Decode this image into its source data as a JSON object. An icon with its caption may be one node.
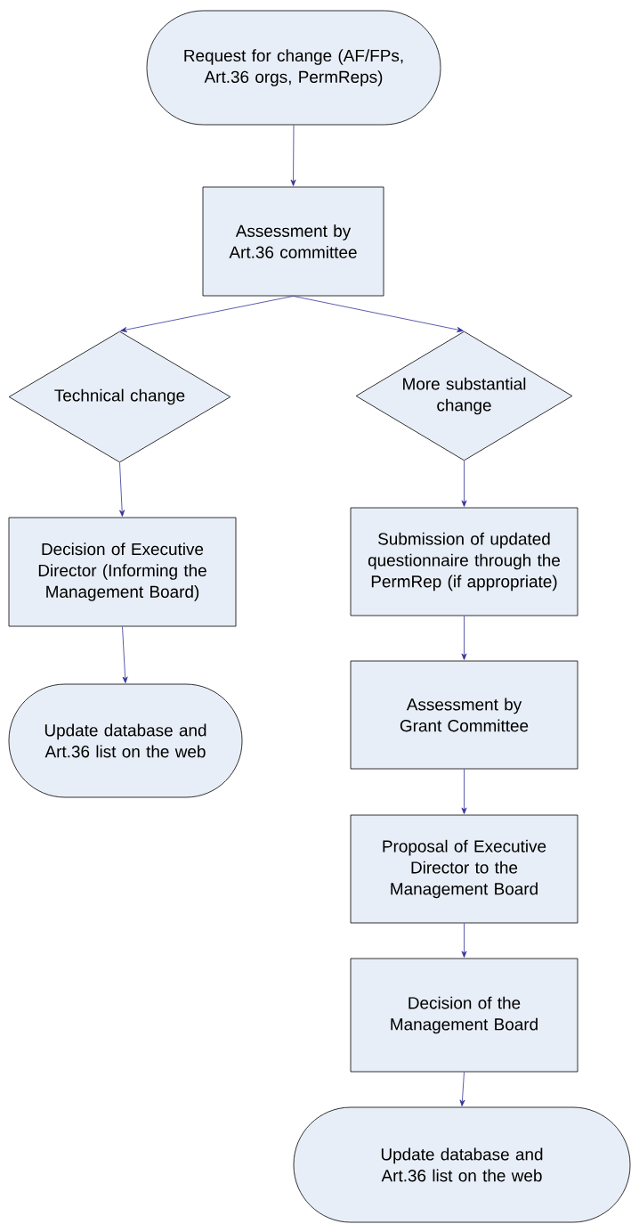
{
  "diagram": {
    "nodes": [
      {
        "text": [
          "Request for change (AF/FPs, Art.36 orgs, PermReps)"
        ]
      },
      {
        "text": [
          "Assessment by Art.36 committee"
        ]
      },
      {
        "text": [
          "Technical change"
        ]
      },
      {
        "text": [
          "More substantial change"
        ]
      },
      {
        "text": [
          "Decision of Executive Director (Informing the Management Board)"
        ]
      },
      {
        "text": [
          "Update database and Art.36 list on the web"
        ]
      },
      {
        "text": [
          "Submission of updated questionnaire through the PermRep (if appropriate)"
        ]
      },
      {
        "text": [
          "Assessment by Grant Committee"
        ]
      },
      {
        "text": [
          "Proposal of Executive Director to the Management Board"
        ]
      },
      {
        "text": [
          "Decision of  the Management Board"
        ]
      },
      {
        "text": [
          "Update database and Art.36 list on the web"
        ]
      }
    ],
    "edges": [
      {
        "from": 0,
        "to": 1,
        "arrow": "to"
      },
      {
        "from": 1,
        "to": 2,
        "arrow": "to"
      },
      {
        "from": 1,
        "to": 3,
        "arrow": "to"
      },
      {
        "from": 2,
        "to": 4,
        "arrow": "to"
      },
      {
        "from": 4,
        "to": 5,
        "arrow": "to"
      },
      {
        "from": 3,
        "to": 6,
        "arrow": "to"
      },
      {
        "from": 6,
        "to": 7,
        "arrow": "to"
      },
      {
        "from": 7,
        "to": 8,
        "arrow": "to"
      },
      {
        "from": 8,
        "to": 9,
        "arrow": "to"
      },
      {
        "from": 9,
        "to": 10,
        "arrow": "to"
      }
    ]
  }
}
